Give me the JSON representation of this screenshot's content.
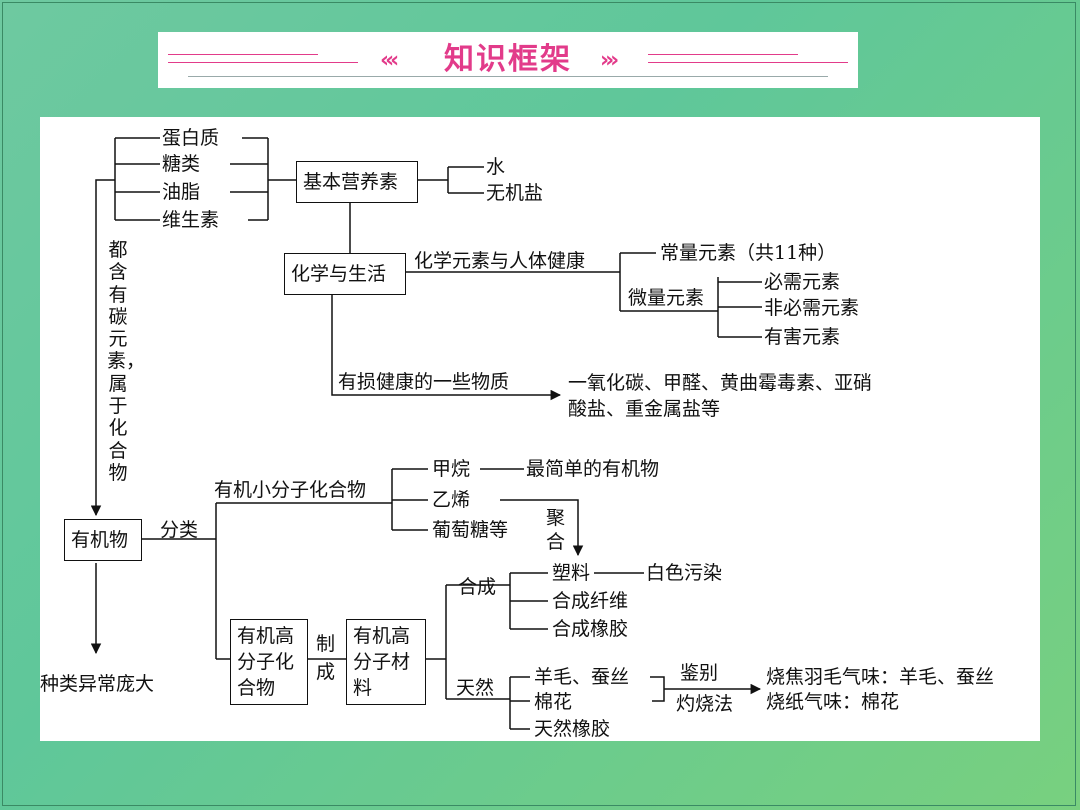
{
  "banner": {
    "title": "知识框架",
    "left_chevrons": "‹‹‹",
    "right_chevrons": "›››"
  },
  "nutrients": {
    "items": [
      "蛋白质",
      "糖类",
      "油脂",
      "维生素"
    ],
    "group_label": "基本营养素",
    "others": [
      "水",
      "无机盐"
    ]
  },
  "chem_life": {
    "label": "化学与生活",
    "elements_link": "化学元素与人体健康",
    "macro": "常量元素（共11种）",
    "trace": "微量元素",
    "trace_items": [
      "必需元素",
      "非必需元素",
      "有害元素"
    ],
    "harmful_link": "有损健康的一些物质",
    "harmful_line1": "一氧化碳、甲醛、黄曲霉毒素、亚硝",
    "harmful_line2": "酸盐、重金属盐等"
  },
  "carbon_note": "都含有碳元素，属于化合物",
  "organic": {
    "label": "有机物",
    "classify": "分类",
    "variety": "种类异常庞大",
    "small": {
      "label": "有机小分子化合物",
      "methane": "甲烷",
      "methane_note": "最简单的有机物",
      "ethylene": "乙烯",
      "glucose": "葡萄糖等",
      "polymerize": [
        "聚",
        "合"
      ]
    },
    "polymer": {
      "compound_lines": [
        "有机高",
        "分子化",
        "合物"
      ],
      "make": [
        "制",
        "成"
      ],
      "material_lines": [
        "有机高",
        "分子材",
        "料"
      ],
      "synthetic": "合成",
      "synthetic_items": [
        "塑料",
        "合成纤维",
        "合成橡胶"
      ],
      "plastic_note": "白色污染",
      "natural": "天然",
      "natural_items": [
        "羊毛、蚕丝",
        "棉花",
        "天然橡胶"
      ],
      "identify": "鉴别",
      "burn_method": "灼烧法",
      "result1": "烧焦羽毛气味：羊毛、蚕丝",
      "result2": "烧纸气味：棉花"
    }
  }
}
